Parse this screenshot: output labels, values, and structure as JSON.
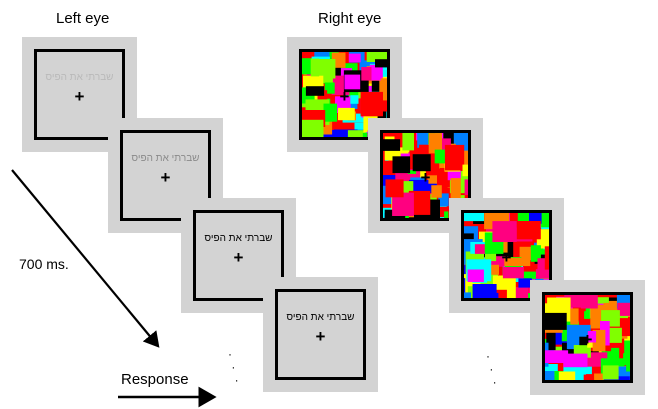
{
  "labels": {
    "left_eye": "Left eye",
    "right_eye": "Right eye",
    "duration": "700 ms.",
    "response": "Response"
  },
  "stimulus": {
    "word": "שברתי את הפיס",
    "fixation": "+"
  },
  "left_eye_frames": [
    {
      "word_opacity": 0.12
    },
    {
      "word_opacity": 0.35
    },
    {
      "word_opacity": 1.0
    },
    {
      "word_opacity": 1.0
    }
  ],
  "right_eye_frames": 4,
  "colors": {
    "panel": "#d3d3d3",
    "mondrian_palette": [
      "#ff0000",
      "#00ff00",
      "#0000ff",
      "#ffff00",
      "#ff00ff",
      "#00ffff",
      "#ff8000",
      "#0080ff",
      "#000000",
      "#80ff00",
      "#ff0080"
    ]
  }
}
